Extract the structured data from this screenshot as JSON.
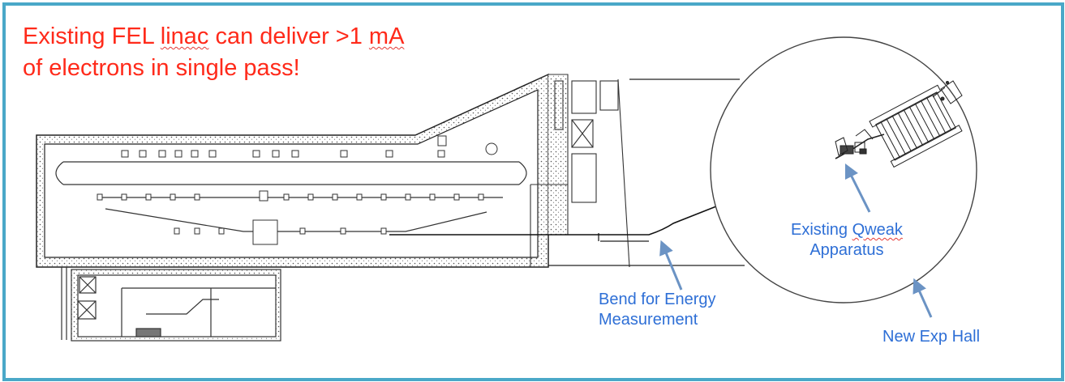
{
  "headline": {
    "line1": {
      "before": "Existing FEL ",
      "squiggle1": "linac",
      "middle": " can deliver >1 ",
      "squiggle2": "mA"
    },
    "line2": "of electrons in single pass!"
  },
  "callouts": {
    "qweak": {
      "line1_before": "Existing ",
      "line1_squiggle": "Qweak",
      "line2": "Apparatus"
    },
    "bend": {
      "line1": "Bend for Energy",
      "line2": "Measurement"
    },
    "hall": "New Exp Hall"
  },
  "colors": {
    "frame": "#4aa8c8",
    "headline": "#ff2a1a",
    "callout": "#2e6fd6",
    "arrow": "#6b93c4",
    "linework": "#222222"
  }
}
